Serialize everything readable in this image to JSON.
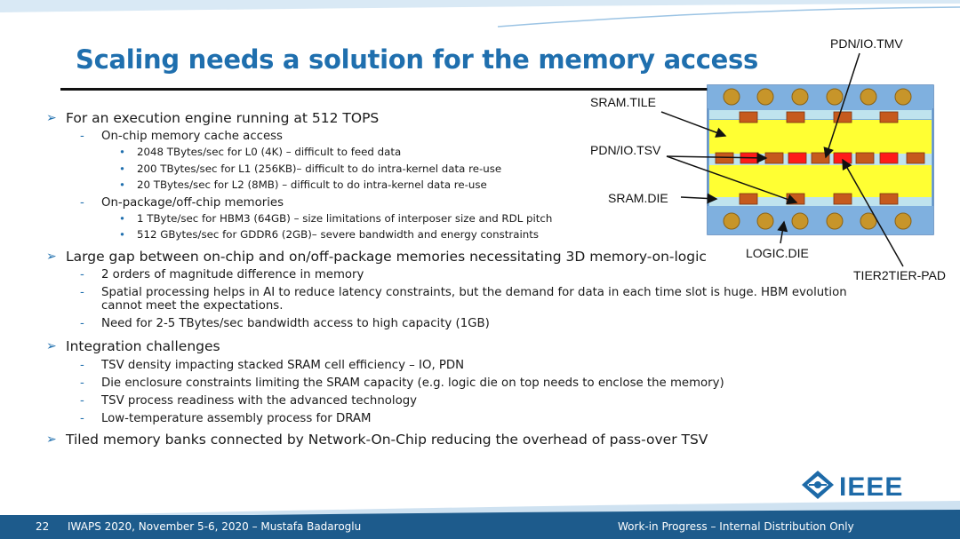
{
  "slide": {
    "title": "Scaling needs a solution for the memory access",
    "page_number": "22",
    "footer_left": "IWAPS 2020, November 5-6, 2020 – Mustafa Badaroglu",
    "footer_right": "Work-in Progress – Internal Distribution Only",
    "logo_text": "IEEE"
  },
  "bullets": {
    "b1": {
      "text": "For an execution engine running at 512 TOPS",
      "onchip": "On-chip memory cache access",
      "onchip_items": [
        "2048 TBytes/sec for L0 (4K) – difficult to feed data",
        "200 TBytes/sec for L1 (256KB)– difficult to do intra-kernel data re-use",
        "20 TBytes/sec for L2 (8MB) – difficult to do intra-kernel data re-use"
      ],
      "offchip": "On-package/off-chip memories",
      "offchip_items": [
        "1 TByte/sec for HBM3 (64GB) – size limitations of interposer size and RDL pitch",
        "512 GBytes/sec for GDDR6 (2GB)– severe bandwidth and energy constraints"
      ]
    },
    "b2": {
      "text": "Large gap between on-chip and on/off-package memories necessitating 3D memory-on-logic",
      "items": [
        "2 orders of magnitude difference in memory",
        "Spatial processing helps in AI to reduce latency constraints, but the demand for data in each time slot is huge. HBM evolution cannot meet the expectations.",
        "Need for 2-5 TBytes/sec bandwidth access to high capacity (1GB)"
      ]
    },
    "b3": {
      "text": "Integration challenges",
      "items": [
        "TSV density impacting stacked SRAM cell efficiency – IO, PDN",
        "Die enclosure constraints limiting the SRAM capacity (e.g. logic die on top needs to enclose the memory)",
        "TSV process readiness with the advanced technology",
        "Low-temperature assembly process for DRAM"
      ]
    },
    "b4": {
      "text": "Tiled memory banks connected by Network-On-Chip reducing the overhead of pass-over TSV"
    }
  },
  "diagram": {
    "labels": {
      "tmv": "PDN/IO.TMV",
      "tile": "SRAM.TILE",
      "tsv": "PDN/IO.TSV",
      "die": "SRAM.DIE",
      "logic": "LOGIC.DIE",
      "pad": "TIER2TIER-PAD"
    },
    "colors": {
      "frame": "#6f9fd6",
      "band": "#bfe3ee",
      "sram": "#ffff33",
      "bump": "#c7952a",
      "tsv_block": "#c65a1d",
      "pad": "#ff1a1a",
      "title": "#1f6fae",
      "footer": "#1d5b8c"
    }
  }
}
